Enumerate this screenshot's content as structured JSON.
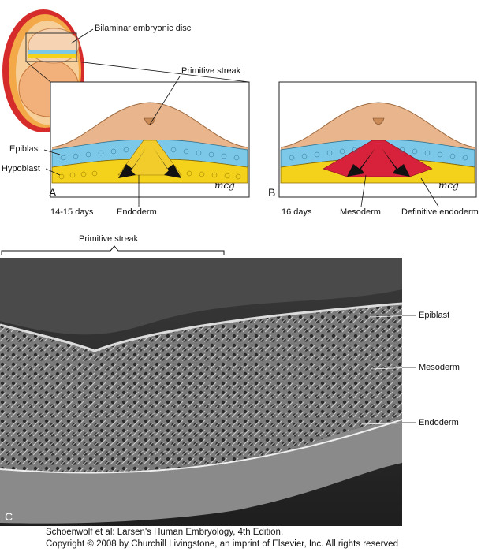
{
  "labels": {
    "bilaminar": "Bilaminar embryonic disc",
    "primitive_streak_a": "Primitive streak",
    "epiblast_a": "Epiblast",
    "hypoblast_a": "Hypoblast",
    "endoderm_a": "Endoderm",
    "days_a": "14-15 days",
    "letter_a": "A",
    "mesoderm_b": "Mesoderm",
    "definitive_endoderm_b": "Definitive endoderm",
    "days_b": "16 days",
    "letter_b": "B",
    "primitive_streak_c": "Primitive streak",
    "epiblast_c": "Epiblast",
    "mesoderm_c": "Mesoderm",
    "endoderm_c": "Endoderm",
    "letter_c": "C",
    "signature": "mcg"
  },
  "credit": {
    "line1": "Schoenwolf et al: Larsen's Human Embryology, 4th Edition.",
    "line2": "Copyright © 2008 by Churchill Livingstone, an imprint of Elsevier, Inc. All rights reserved"
  },
  "colors": {
    "epiblast": "#7cc8e8",
    "hypoblast": "#f4d21c",
    "mesoderm": "#d8213a",
    "amnion": "#e8b48a",
    "chorion_red": "#d62b2b",
    "chorion_orange": "#f0a040",
    "sem_background": "#2a2a2a"
  }
}
